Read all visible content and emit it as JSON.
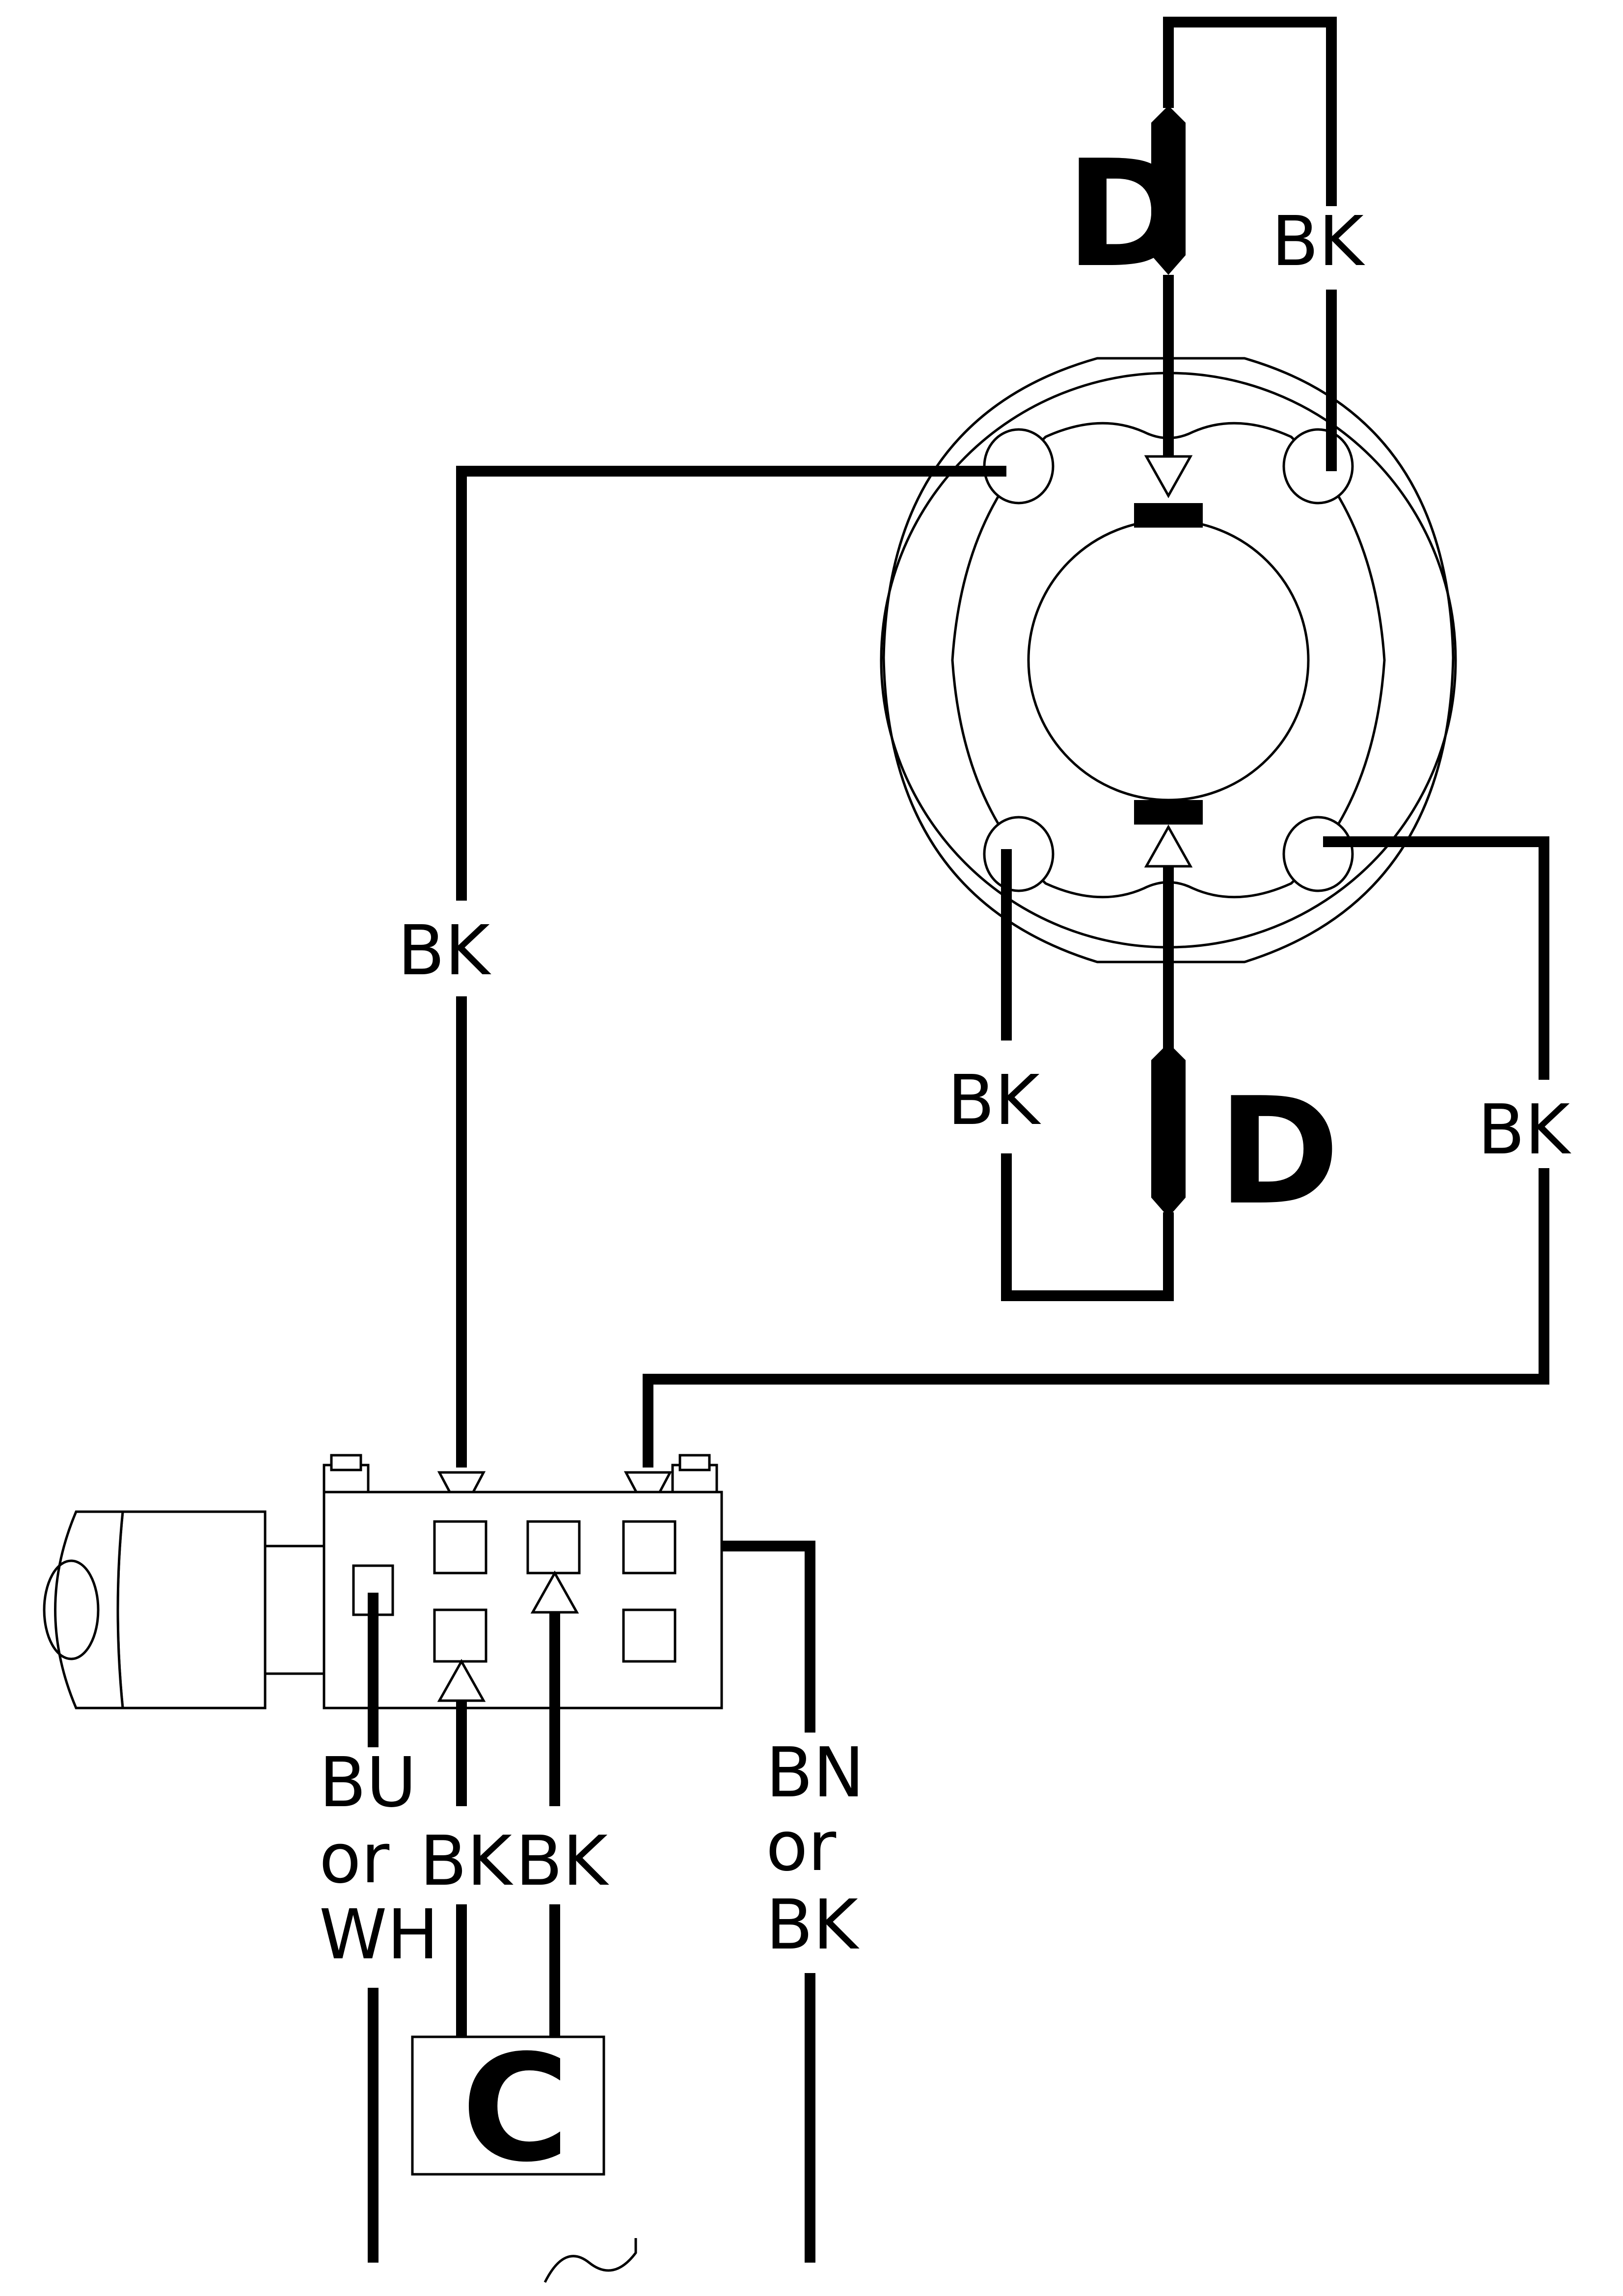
{
  "labels": {
    "diode_top": "D",
    "diode_bottom": "D",
    "wire_top_right": "BK",
    "wire_left_long": "BK",
    "wire_bottom_left": "BK",
    "wire_right": "BK",
    "wire_blue_line1": "BU",
    "wire_blue_line2": "or",
    "wire_blue_line3": "WH",
    "wire_cap_left": "BK",
    "wire_cap_right": "BK",
    "wire_brown_line1": "BN",
    "wire_brown_line2": "or",
    "wire_brown_line3": "BK",
    "capacitor": "C",
    "ac_symbol": "~"
  }
}
